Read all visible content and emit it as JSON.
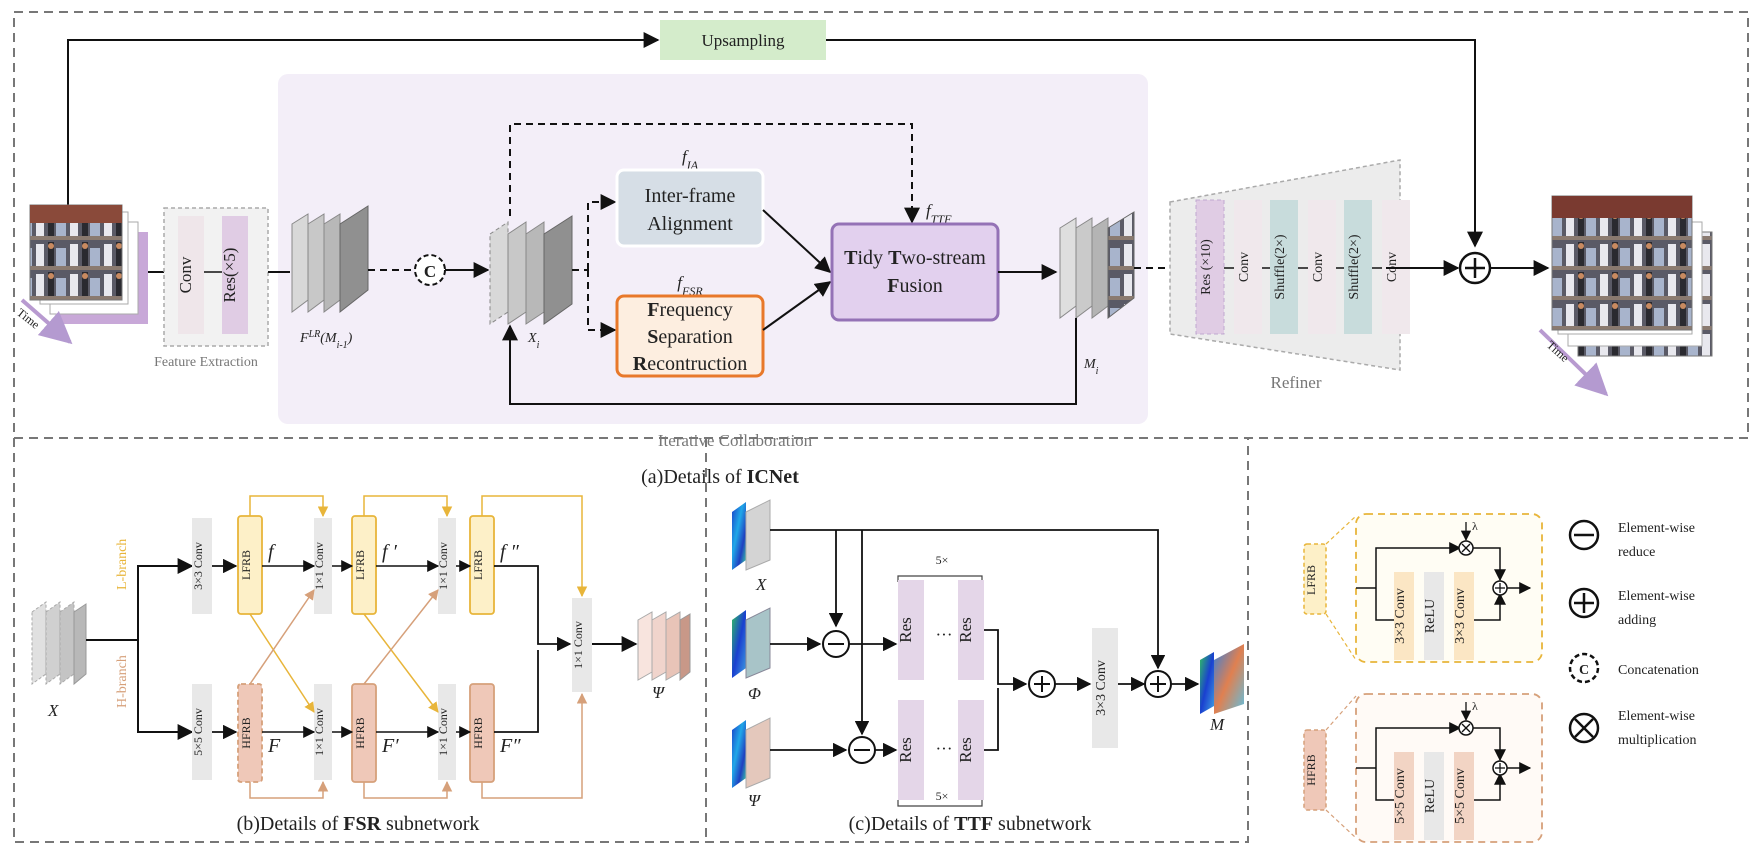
{
  "top": {
    "upsampling": "Upsampling",
    "time_left": "Time",
    "time_right": "Time",
    "conv": "Conv",
    "res5": "Res(×5)",
    "feature_extraction": "Feature Extraction",
    "concat_symbol": "C",
    "f_lr": "F",
    "f_lr_sup": "LR",
    "f_lr_arg": "(M",
    "f_lr_sub": "i-1",
    "f_lr_close": ")",
    "x_i": "X",
    "x_i_sub": "i",
    "f_ia": "f",
    "f_ia_sub": "IA",
    "inter_frame_line1": "Inter-frame",
    "inter_frame_line2": "Alignment",
    "f_fsr": "f",
    "f_fsr_sub": "FSR",
    "fsr_l1_b": "F",
    "fsr_l1": "requency",
    "fsr_l2_b": "S",
    "fsr_l2": "eparation",
    "fsr_l3_b": "R",
    "fsr_l3": "econtruction",
    "f_ttf": "f",
    "f_ttf_sub": "TTF",
    "ttf_t": "T",
    "ttf_idy": "idy ",
    "ttf_t2": "T",
    "ttf_wo": "wo-stream",
    "ttf_f": "F",
    "ttf_usion": "usion",
    "m_i": "M",
    "m_i_sub": "i",
    "iterative_collaboration": "Iterative Collaboration",
    "refiner_blocks": [
      "Res (×10)",
      "Conv",
      "Shuffle(2×)",
      "Conv",
      "Shuffle(2×)",
      "Conv"
    ],
    "refiner": "Refiner",
    "caption_prefix": "(a)Details of ",
    "caption_bold": "ICNet"
  },
  "fsr": {
    "x": "X",
    "l_branch": "L-branch",
    "h_branch": "H-branch",
    "conv3": "3×3 Conv",
    "conv5": "5×5 Conv",
    "lfrb": "LFRB",
    "hfrb": "HFRB",
    "conv1": "1×1 Conv",
    "f1": "f",
    "f2": "f ′",
    "f3": "f ″",
    "F1": "F",
    "F2": "F′",
    "F3": "F″",
    "conv1_final": "1×1 Conv",
    "psi": "Ψ",
    "caption_prefix": "(b)Details of ",
    "caption_bold": "FSR",
    "caption_suffix": " subnetwork"
  },
  "ttf": {
    "x": "X",
    "phi": "Φ",
    "psi": "Ψ",
    "res": "Res",
    "dots": "···",
    "times5_top": "5×",
    "times5_bottom": "5×",
    "conv3": "3×3 Conv",
    "m": "M",
    "caption_prefix": "(c)Details of ",
    "caption_bold": "TTF",
    "caption_suffix": " subnetwork"
  },
  "legend": {
    "lfrb": "LFRB",
    "hfrb": "HFRB",
    "lambda": "λ",
    "conv3": "3×3 Conv",
    "conv5": "5×5 Conv",
    "relu": "ReLU",
    "reduce_1": "Element-wise",
    "reduce_2": "reduce",
    "add_1": "Element-wise",
    "add_2": "adding",
    "concat": "Concatenation",
    "mult_1": "Element-wise",
    "mult_2": "multiplication",
    "concat_symbol": "C"
  }
}
